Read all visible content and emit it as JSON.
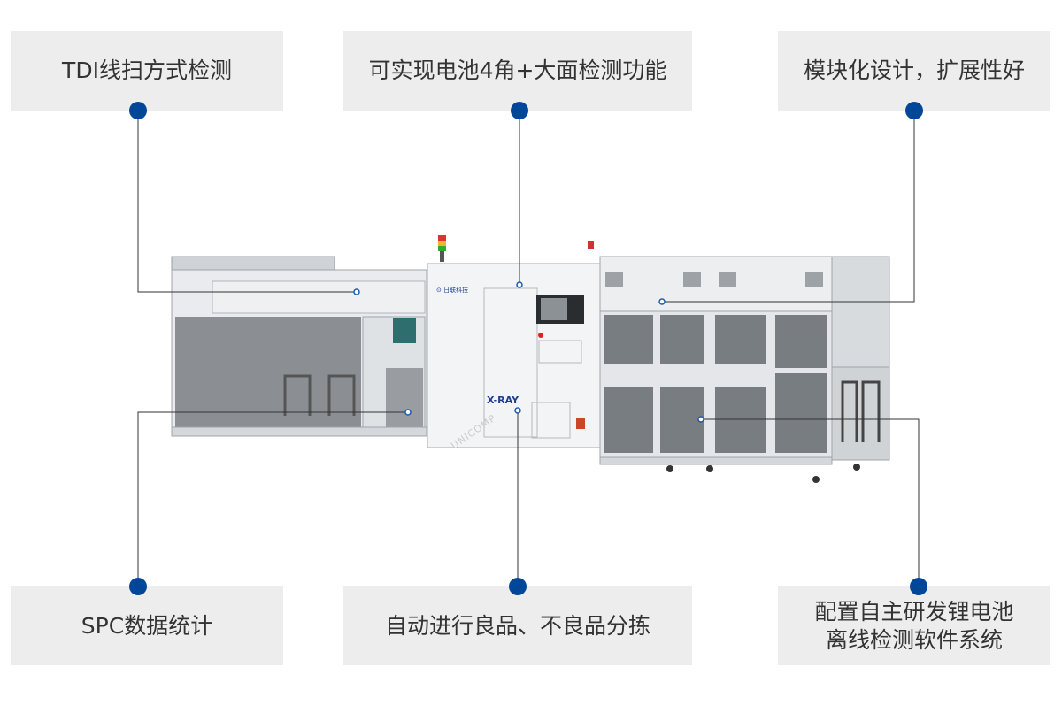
{
  "callouts": {
    "top_left": "TDI线扫方式检测",
    "top_center": "可实现电池4角+大面检测功能",
    "top_right": "模块化设计，扩展性好",
    "bottom_left": "SPC数据统计",
    "bottom_center": "自动进行良品、不良品分拣",
    "bottom_right_line1": "配置自主研发锂电池",
    "bottom_right_line2": "离线检测软件系统"
  },
  "machine": {
    "brand_cn": "日联科技",
    "brand_en": "UNICOMP",
    "model_label": "X-RAY"
  },
  "colors": {
    "box": "#ededed",
    "dot": "#00479a",
    "line": "#333333"
  }
}
